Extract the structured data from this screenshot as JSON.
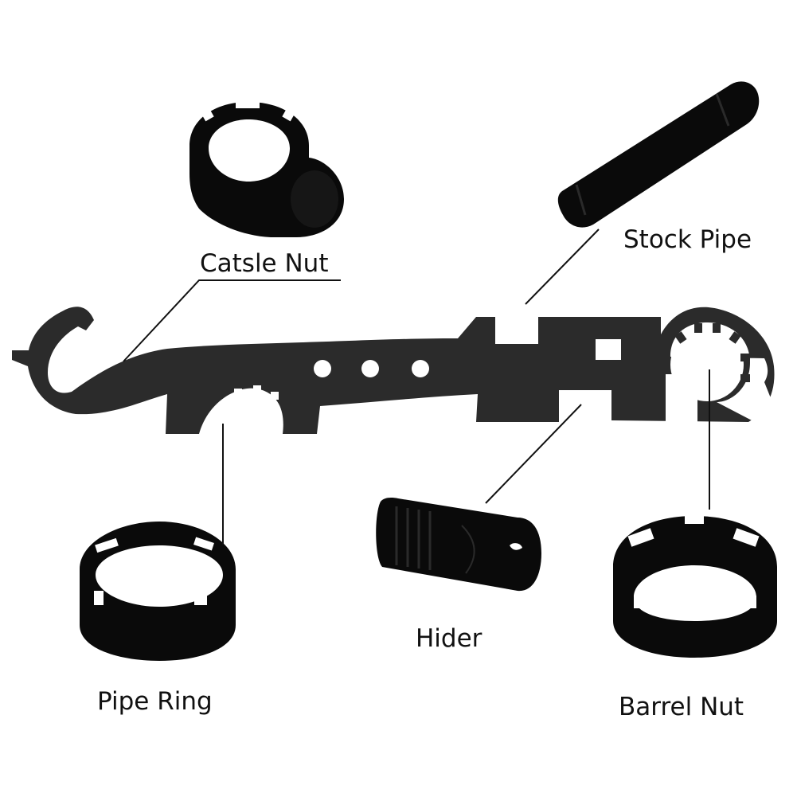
{
  "labels": {
    "catsle_nut": "Catsle Nut",
    "stock_pipe": "Stock Pipe",
    "pipe_ring": "Pipe Ring",
    "hider": "Hider",
    "barrel_nut": "Barrel Nut"
  },
  "colors": {
    "background": "#ffffff",
    "part": "#0a0a0a",
    "wrench": "#2b2b2b",
    "leader": "#111111",
    "text": "#111111"
  }
}
